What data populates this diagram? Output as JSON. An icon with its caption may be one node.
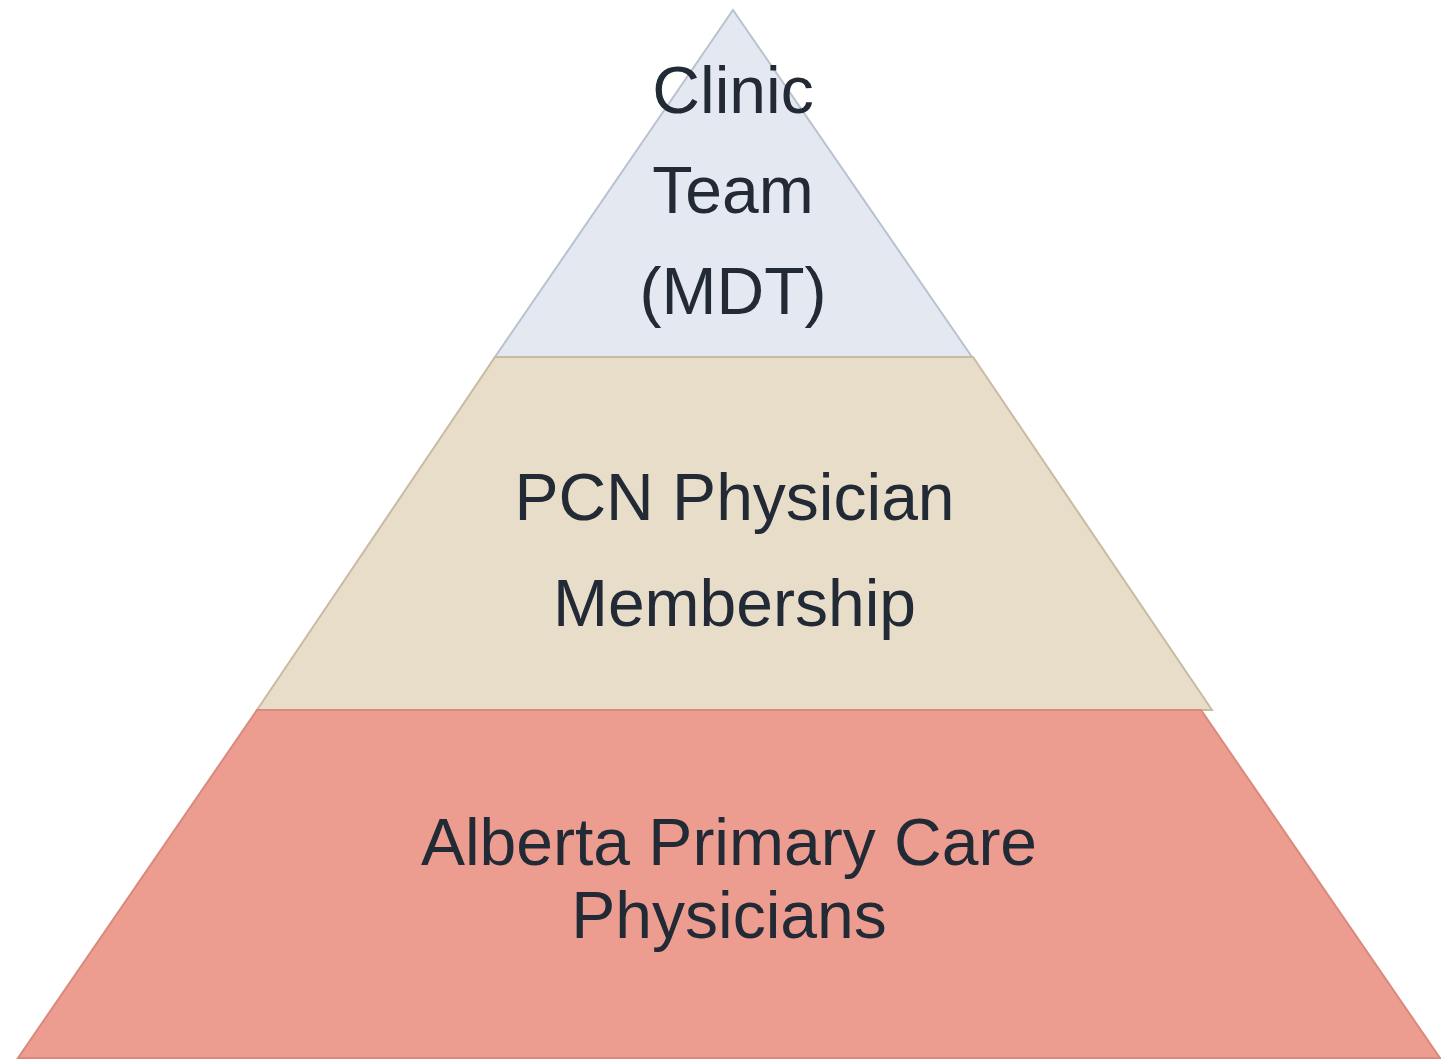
{
  "diagram": {
    "nodes": [
      {
        "text": [
          "Clinic Team (MDT)"
        ]
      },
      {
        "text": [
          "PCN Physician Membership"
        ]
      },
      {
        "text": [
          "Alberta Primary Care Physicians"
        ]
      }
    ]
  }
}
